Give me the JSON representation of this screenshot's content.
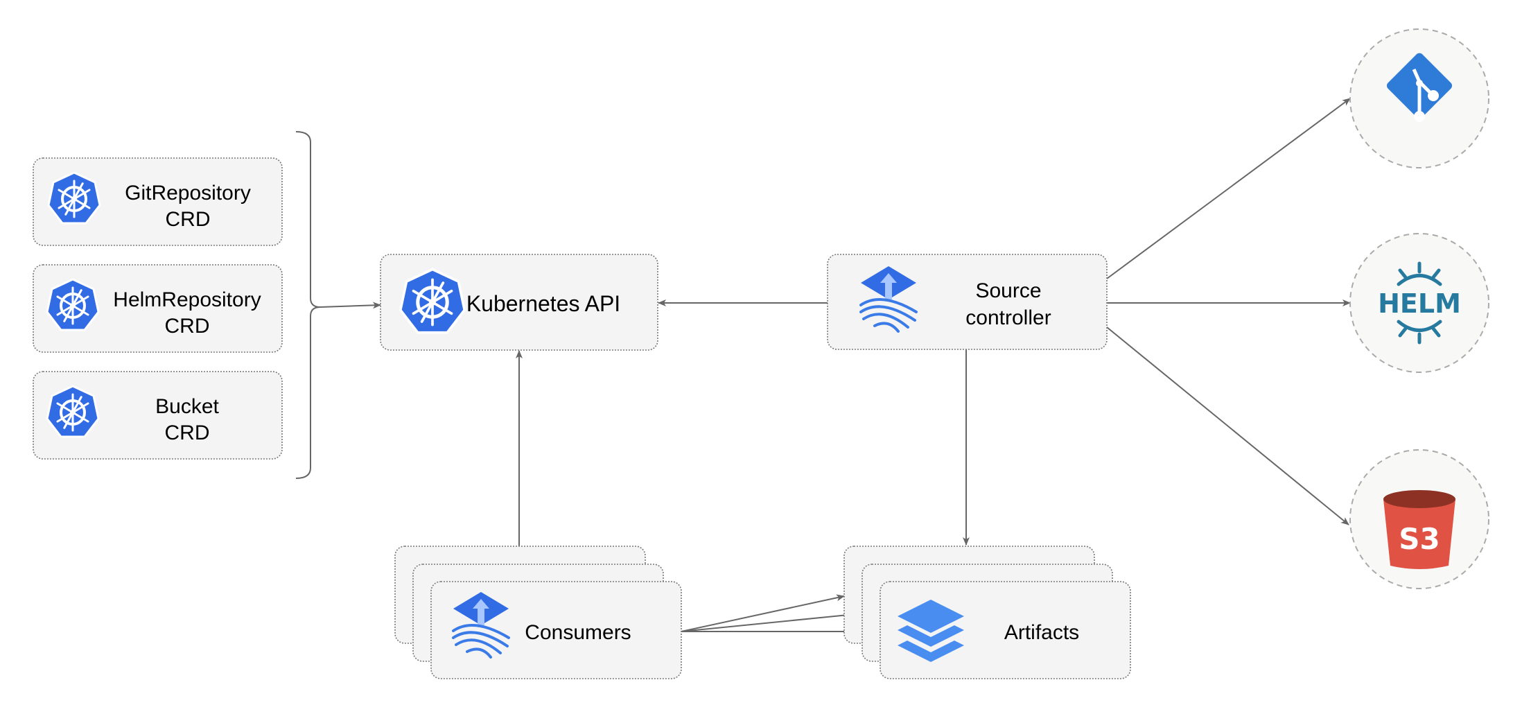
{
  "nodes": {
    "git_repository_crd": {
      "line1": "GitRepository",
      "line2": "CRD",
      "icon": "kubernetes-icon"
    },
    "helm_repository_crd": {
      "line1": "HelmRepository",
      "line2": "CRD",
      "icon": "kubernetes-icon"
    },
    "bucket_crd": {
      "line1": "Bucket",
      "line2": "CRD",
      "icon": "kubernetes-icon"
    },
    "kubernetes_api": {
      "label": "Kubernetes API",
      "icon": "kubernetes-icon"
    },
    "source_controller": {
      "line1": "Source",
      "line2": "controller",
      "icon": "flux-icon"
    },
    "consumers": {
      "label": "Consumers",
      "icon": "flux-icon"
    },
    "artifacts": {
      "label": "Artifacts",
      "icon": "layers-icon"
    },
    "git": {
      "icon": "git-icon"
    },
    "helm": {
      "icon": "helm-icon",
      "logo_text": "HELM"
    },
    "s3": {
      "icon": "s3-bucket-icon",
      "logo_text": "S3"
    }
  },
  "colors": {
    "kubernetes": "#326ce5",
    "flux": "#3b7be8",
    "git": "#2f7bd8",
    "helm": "#277a9f",
    "s3": "#e05243",
    "s3_dark": "#8c3123",
    "layers": "#4a8df0"
  }
}
